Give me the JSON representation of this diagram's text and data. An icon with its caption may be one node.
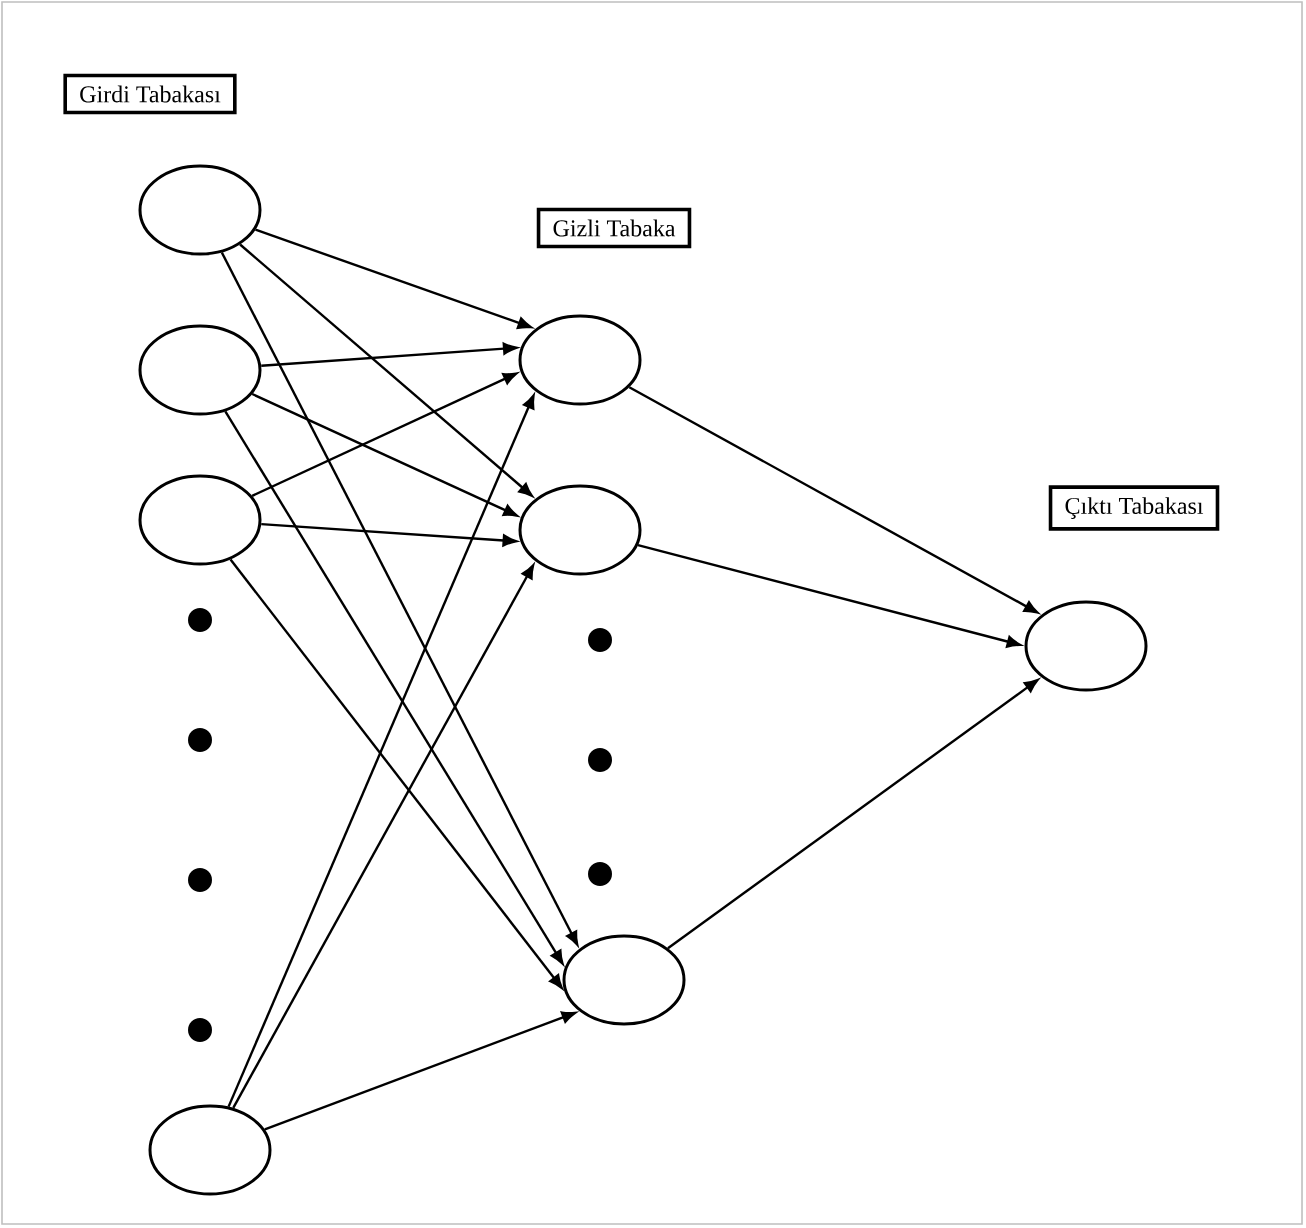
{
  "diagram": {
    "nodes": [
      {
        "text": [
          "Girdi Tabakası"
        ]
      },
      {
        "text": [
          "Gizli Tabaka"
        ]
      },
      {
        "text": [
          "Çıktı Tabakası"
        ]
      },
      {
        "text": [],
        "shape": "circle"
      },
      {
        "text": [],
        "shape": "circle"
      },
      {
        "text": [],
        "shape": "circle"
      },
      {
        "text": [],
        "shape": "circle"
      },
      {
        "text": [],
        "shape": "circle"
      },
      {
        "text": [],
        "shape": "circle"
      },
      {
        "text": [],
        "shape": "circle"
      },
      {
        "text": [],
        "shape": "circle"
      }
    ],
    "edges": [
      {
        "from": 3,
        "to": 7,
        "arrow": "to"
      },
      {
        "from": 3,
        "to": 8,
        "arrow": "to"
      },
      {
        "from": 3,
        "to": 9,
        "arrow": "to"
      },
      {
        "from": 4,
        "to": 7,
        "arrow": "to"
      },
      {
        "from": 4,
        "to": 8,
        "arrow": "to"
      },
      {
        "from": 4,
        "to": 9,
        "arrow": "to"
      },
      {
        "from": 5,
        "to": 7,
        "arrow": "to"
      },
      {
        "from": 5,
        "to": 8,
        "arrow": "to"
      },
      {
        "from": 5,
        "to": 9,
        "arrow": "to"
      },
      {
        "from": 6,
        "to": 7,
        "arrow": "to"
      },
      {
        "from": 6,
        "to": 8,
        "arrow": "to"
      },
      {
        "from": 6,
        "to": 9,
        "arrow": "to"
      },
      {
        "from": 7,
        "to": 10,
        "arrow": "to"
      },
      {
        "from": 8,
        "to": 10,
        "arrow": "to"
      },
      {
        "from": 9,
        "to": 10,
        "arrow": "to"
      }
    ]
  }
}
